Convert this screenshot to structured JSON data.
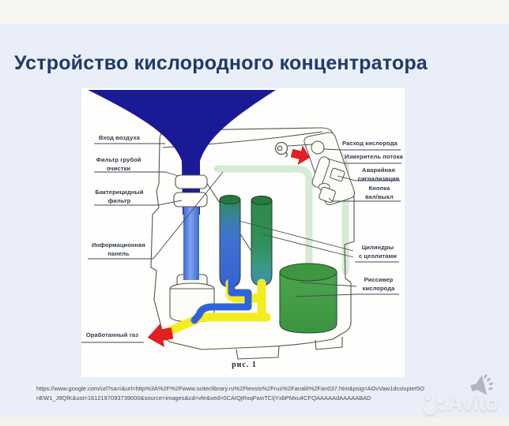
{
  "header": {
    "title": "Устройство кислородного концентратора"
  },
  "figure": {
    "caption": "рис. 1",
    "labels": {
      "air_inlet": "Вход воздуха",
      "coarse_filter_line1": "Фильтр грубой",
      "coarse_filter_line2": "очистки",
      "bactericidal_line1": "Бактерицидный",
      "bactericidal_line2": "фильтр",
      "info_panel_line1": "Информационная",
      "info_panel_line2": "панель",
      "spent_gas": "Оработанный газ",
      "oxygen_flow": "Расход кислорода",
      "flow_meter": "Измеритель потока",
      "alarm_line1": "Аварийная",
      "alarm_line2": "сигнализация",
      "power_line1": "Кнопка",
      "power_line2": "вкл/выкл",
      "zeolite_line1": "Цилиндры",
      "zeolite_line2": "с цеолитами",
      "receiver_line1": "Риссивер",
      "receiver_line2": "кислорода"
    },
    "colors": {
      "funnel_navy": "#1a1a96",
      "pipe_yellow": "#f4ec1e",
      "pipe_blue": "#2e64d9",
      "arrow_red": "#e41f1f",
      "cylinder_top_green": "#257a40",
      "receiver_top_green": "#3e9641",
      "faint_pipe_green": "#d5ebd3"
    }
  },
  "footer": {
    "source_url_line1": "https://www.google.com/url?sa=i&url=http%3A%2F%2Fwww.sciteclibrary.ru%2Ftexsts%2Frus%2Fanalit%2Fan037.htm&psig=AOvVaw1dcslxpteI5O",
    "source_url_line2": "nEW1_J9QfK&ust=1612197093739000&source=images&cd=vfe&ved=0CAIQjRxqFwoTCIjYxbPMxu4CFQAAAAAdAAAAABAD",
    "watermark_text": "Avito"
  }
}
